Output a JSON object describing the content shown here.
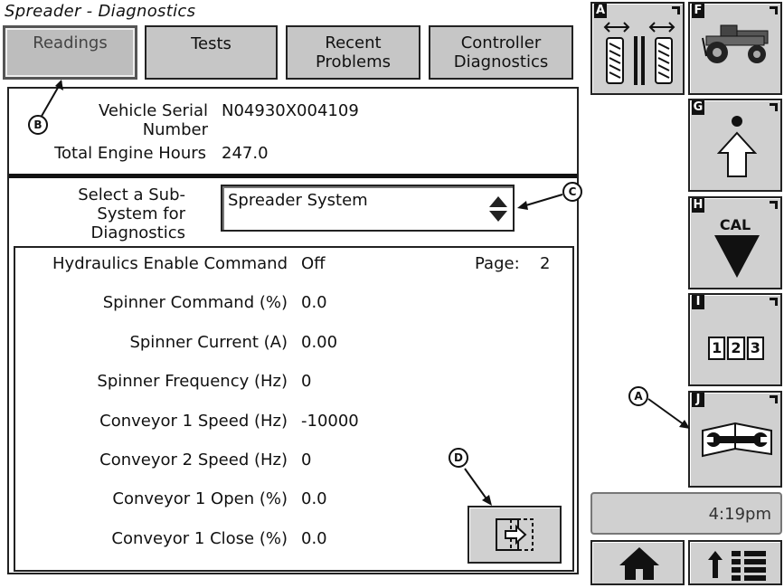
{
  "app": {
    "title": "Spreader - Diagnostics"
  },
  "tabs": [
    {
      "label": "Readings",
      "active": true
    },
    {
      "label": "Tests"
    },
    {
      "label": "Recent Problems"
    },
    {
      "label": "Controller Diagnostics"
    }
  ],
  "vehicle": {
    "serial_label": "Vehicle Serial Number",
    "serial_value": "N04930X004109",
    "hours_label": "Total Engine Hours",
    "hours_value": "247.0"
  },
  "subsystem": {
    "label": "Select a Sub-System for Diagnostics",
    "selected": "Spreader System"
  },
  "readings": {
    "page_label": "Page:",
    "page_number": "2",
    "rows": [
      {
        "label": "Hydraulics Enable Command",
        "value": "Off"
      },
      {
        "label": "Spinner Command (%)",
        "value": "0.0"
      },
      {
        "label": "Spinner Current (A)",
        "value": "0.00"
      },
      {
        "label": "Spinner Frequency (Hz)",
        "value": "0"
      },
      {
        "label": "Conveyor 1 Speed (Hz)",
        "value": "-10000"
      },
      {
        "label": "Conveyor 2 Speed (Hz)",
        "value": "0"
      },
      {
        "label": "Conveyor 1 Open (%)",
        "value": "0.0"
      },
      {
        "label": "Conveyor 1 Close (%)",
        "value": "0.0"
      }
    ]
  },
  "softkeys": {
    "a": "A",
    "f": "F",
    "g": "G",
    "h": "H",
    "i": "I",
    "j": "J",
    "cal_label": "CAL",
    "numbers": [
      "1",
      "2",
      "3"
    ]
  },
  "status": {
    "time": "4:19pm"
  },
  "callouts": {
    "a": "A",
    "b": "B",
    "c": "C",
    "d": "D"
  }
}
